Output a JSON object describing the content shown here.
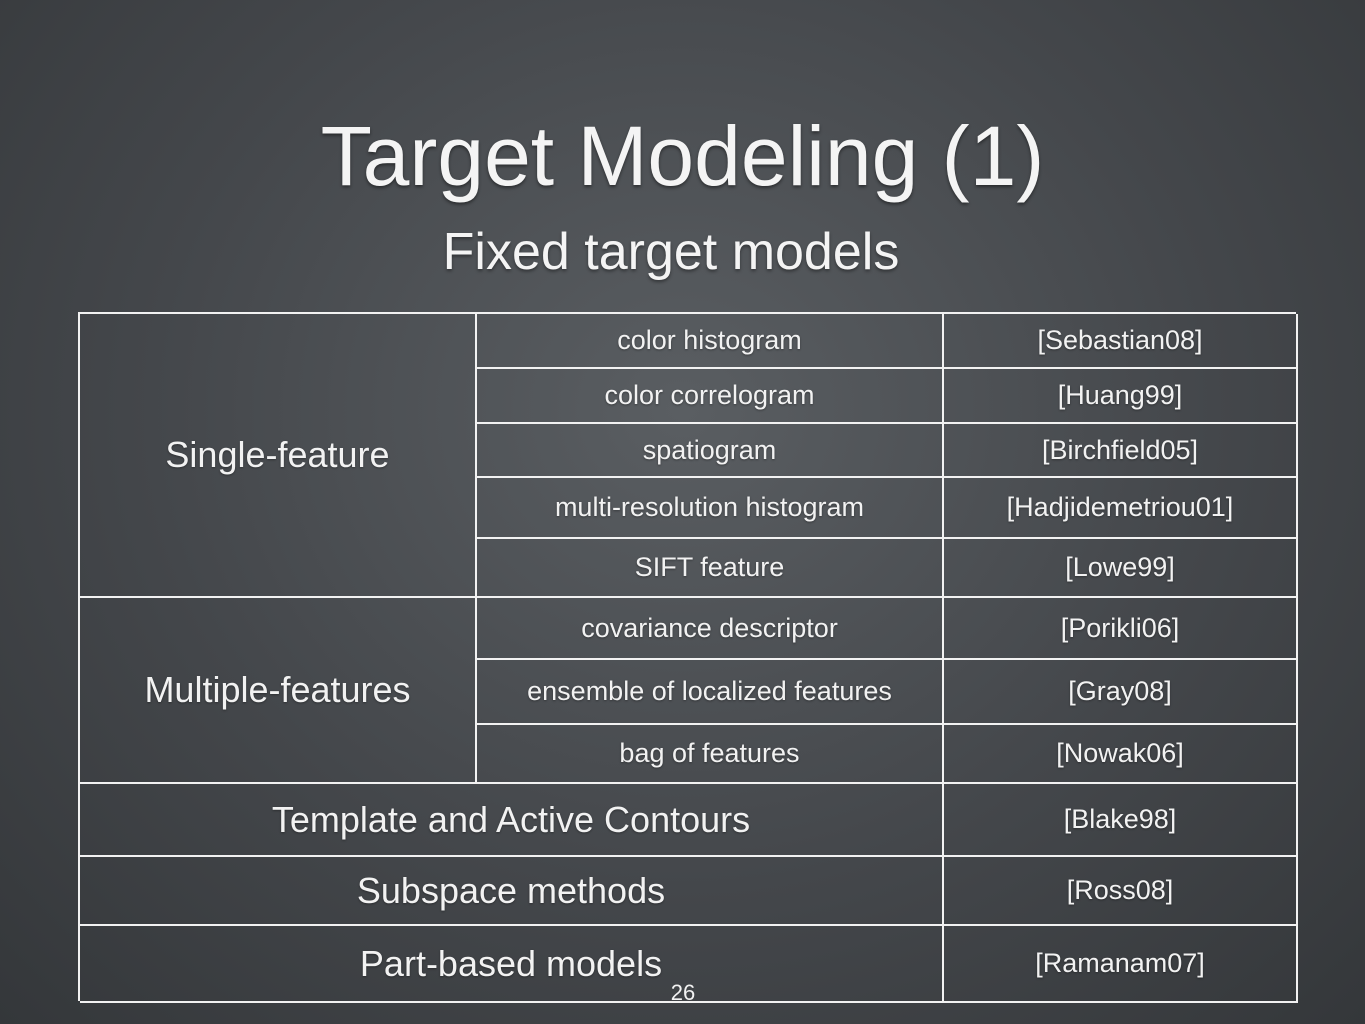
{
  "slide": {
    "title": "Target Modeling (1)",
    "subtitle": "Fixed target models",
    "page_number": "26"
  },
  "table": {
    "groups": {
      "single_feature": "Single-feature",
      "multiple_features": "Multiple-features",
      "template": "Template and Active Contours",
      "subspace": "Subspace methods",
      "part_based": "Part-based models"
    },
    "rows": [
      {
        "feature": "color histogram",
        "ref": "[Sebastian08]"
      },
      {
        "feature": "color correlogram",
        "ref": "[Huang99]"
      },
      {
        "feature": "spatiogram",
        "ref": "[Birchfield05]"
      },
      {
        "feature": "multi-resolution histogram",
        "ref": "[Hadjidemetriou01]"
      },
      {
        "feature": "SIFT feature",
        "ref": "[Lowe99]"
      },
      {
        "feature": "covariance descriptor",
        "ref": "[Porikli06]"
      },
      {
        "feature": "ensemble of localized features",
        "ref": "[Gray08]"
      },
      {
        "feature": "bag of features",
        "ref": "[Nowak06]"
      }
    ],
    "template_ref": "[Blake98]",
    "subspace_ref": "[Ross08]",
    "part_based_ref": "[Ramanam07]"
  }
}
